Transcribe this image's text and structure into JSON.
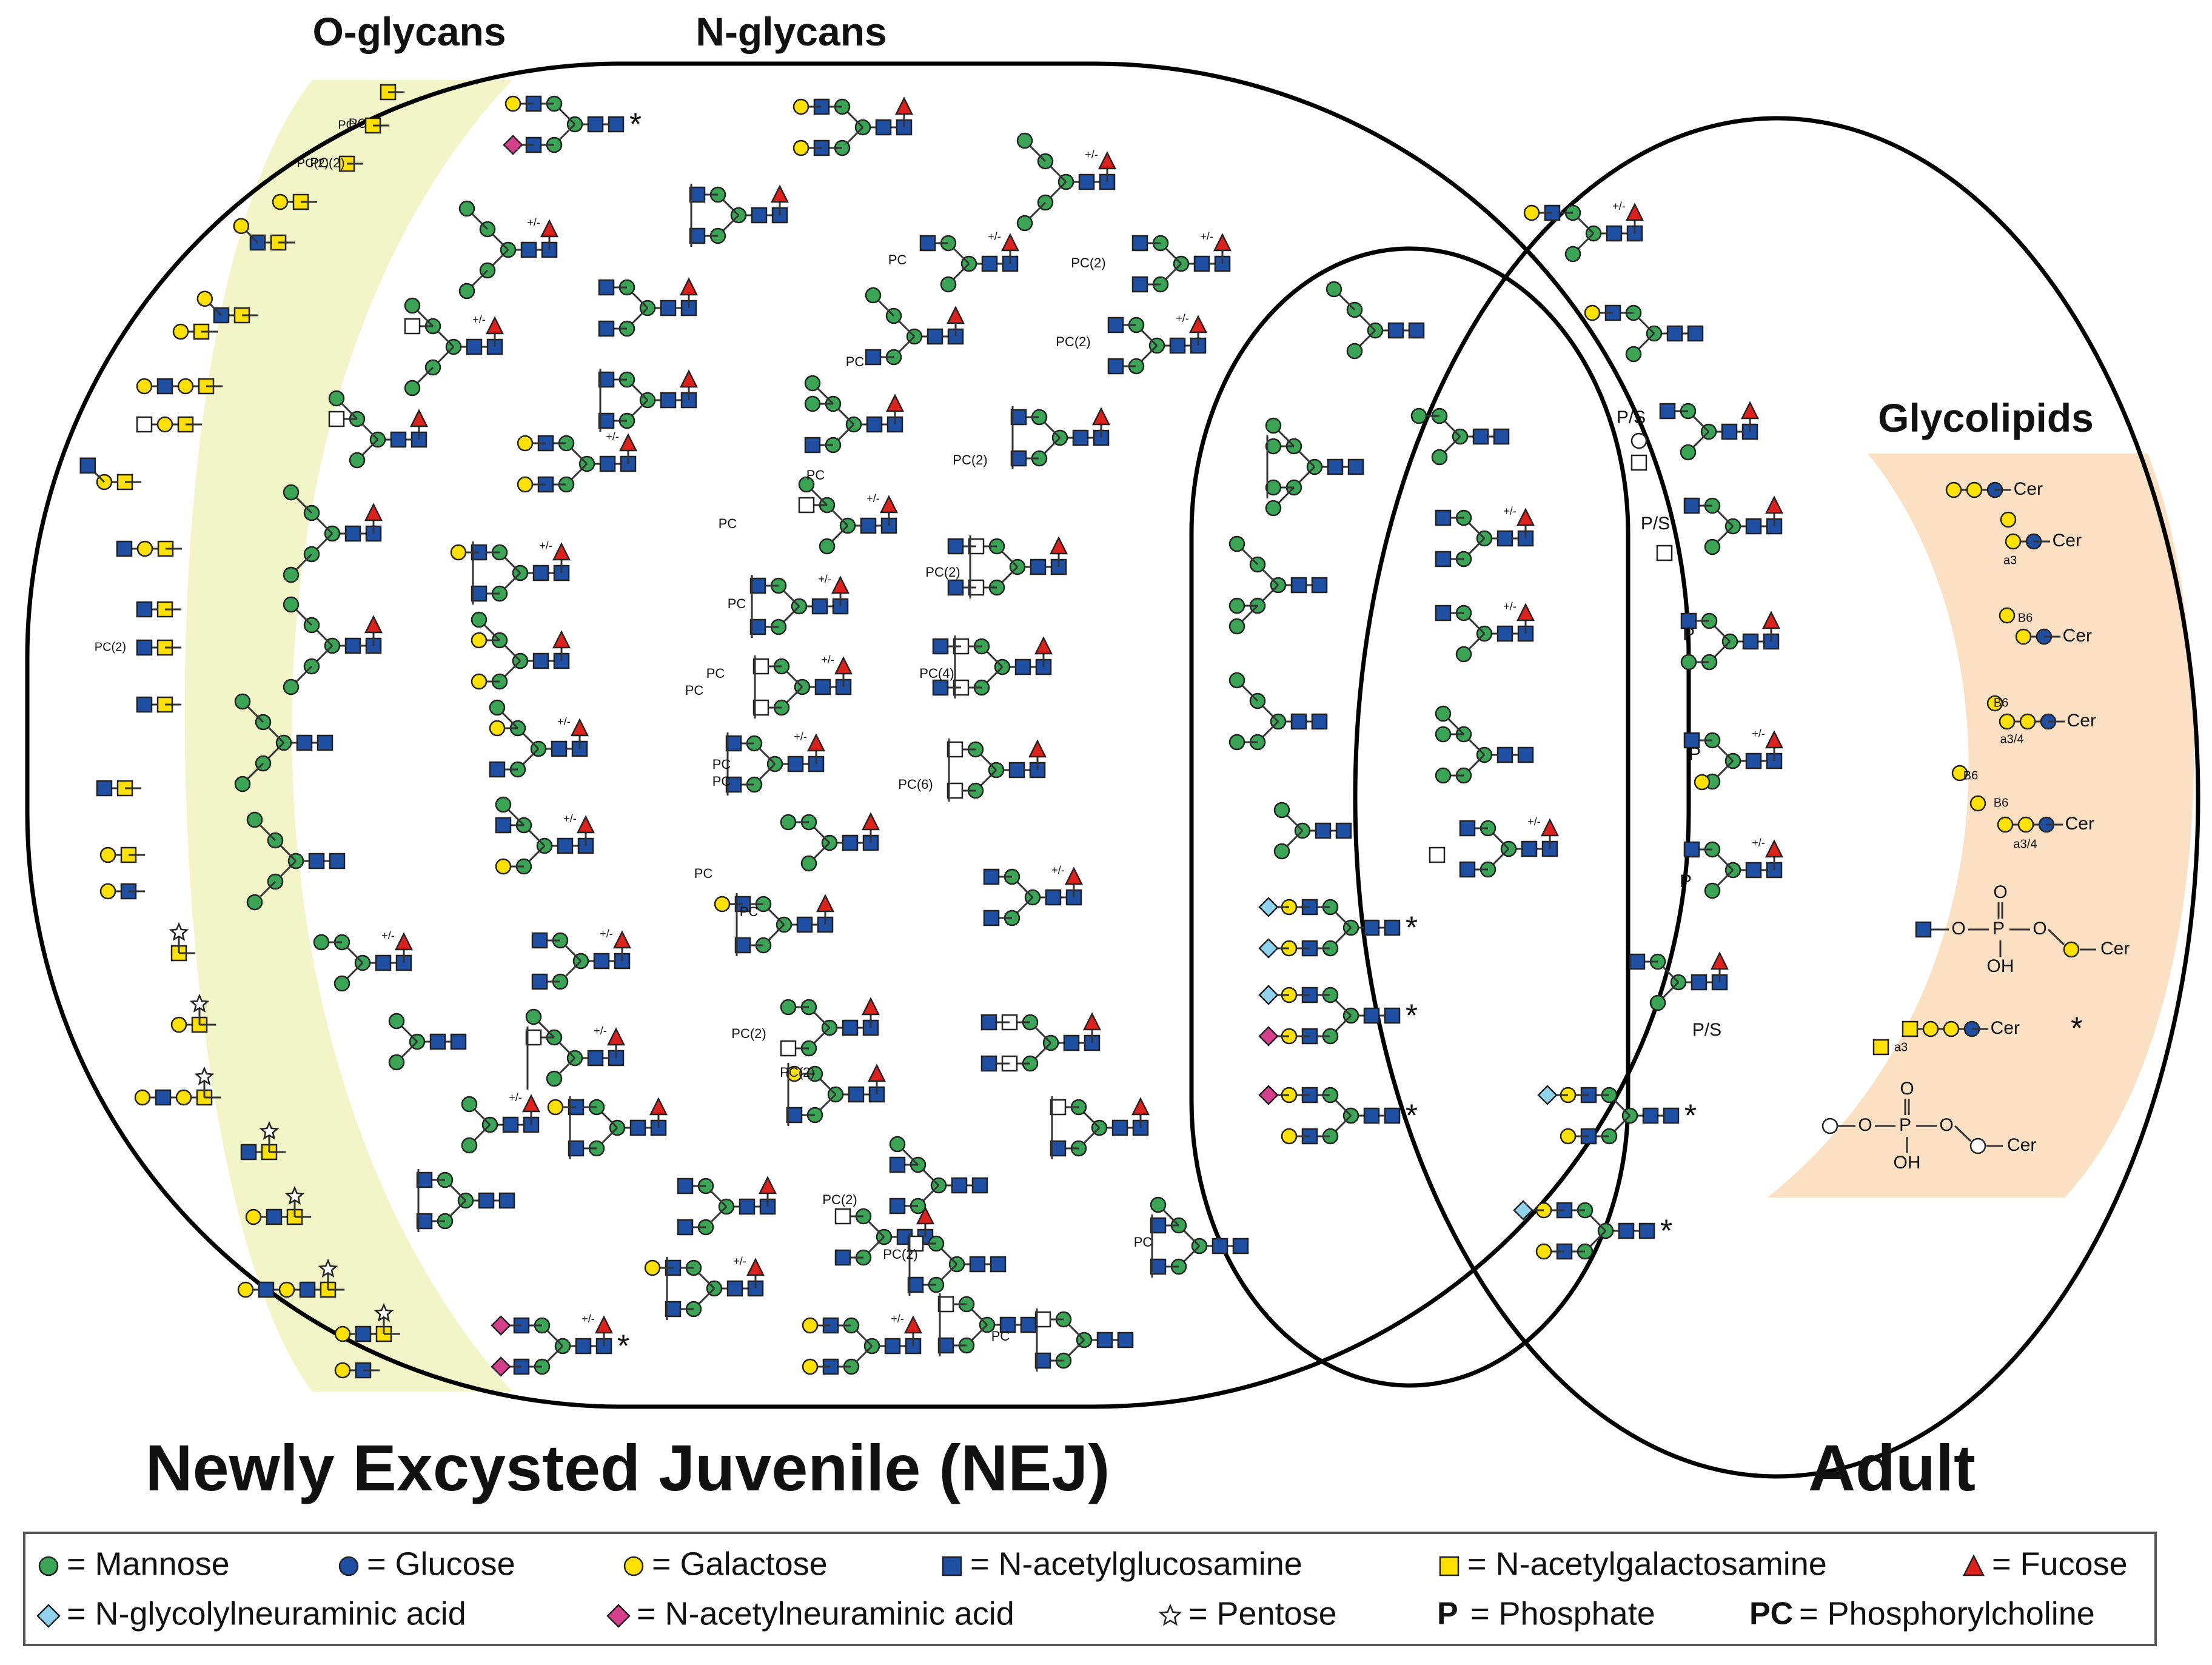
{
  "headings": {
    "o_glycans": "O-glycans",
    "n_glycans": "N-glycans",
    "glycolipids": "Glycolipids"
  },
  "stage_labels": {
    "nej": "Newly Excysted Juvenile (NEJ)",
    "adult": "Adult"
  },
  "inline_labels": {
    "pc": "PC",
    "pc2": "PC(2)",
    "pc4": "PC(4)",
    "pc6": "PC(6)",
    "plus_minus": "+/-",
    "p_s": "P/S",
    "p": "P",
    "cer": "Cer",
    "oh": "OH",
    "o": "O",
    "a3": "a3",
    "a34": "a3/4",
    "b6": "B6",
    "asterisk": "*"
  },
  "legend": [
    {
      "symbol": "mannose",
      "color": "#3aa655",
      "label": "= Mannose"
    },
    {
      "symbol": "glucose",
      "color": "#1f4fa3",
      "label": "= Glucose"
    },
    {
      "symbol": "galactose",
      "color": "#ffe100",
      "label": "= Galactose"
    },
    {
      "symbol": "glcnac",
      "color": "#1f4fa3",
      "label": "= N-acetylglucosamine"
    },
    {
      "symbol": "galnac",
      "color": "#ffe100",
      "label": "= N-acetylgalactosamine"
    },
    {
      "symbol": "fucose",
      "color": "#e0201b",
      "label": "= Fucose"
    },
    {
      "symbol": "neugc",
      "color": "#8fd3ee",
      "label": "= N-glycolylneuraminic acid"
    },
    {
      "symbol": "neuac",
      "color": "#d63f8c",
      "label": "= N-acetylneuraminic acid"
    },
    {
      "symbol": "pentose",
      "color": "#ffffff",
      "label": "= Pentose"
    },
    {
      "symbol": "phosphate-text",
      "color": "#000000",
      "label": "= Phosphate",
      "key": "P"
    },
    {
      "symbol": "pc-text",
      "color": "#000000",
      "label": "= Phosphorylcholine",
      "key": "PC"
    }
  ],
  "colors": {
    "oglycan_band": "#f2f5c8",
    "glycolipid_band": "#fbe0c4",
    "mannose": "#3aa655",
    "glcnac": "#1f4fa3",
    "galactose": "#ffe100",
    "fucose": "#e0201b",
    "neugc": "#8fd3ee",
    "neuac": "#d63f8c"
  }
}
